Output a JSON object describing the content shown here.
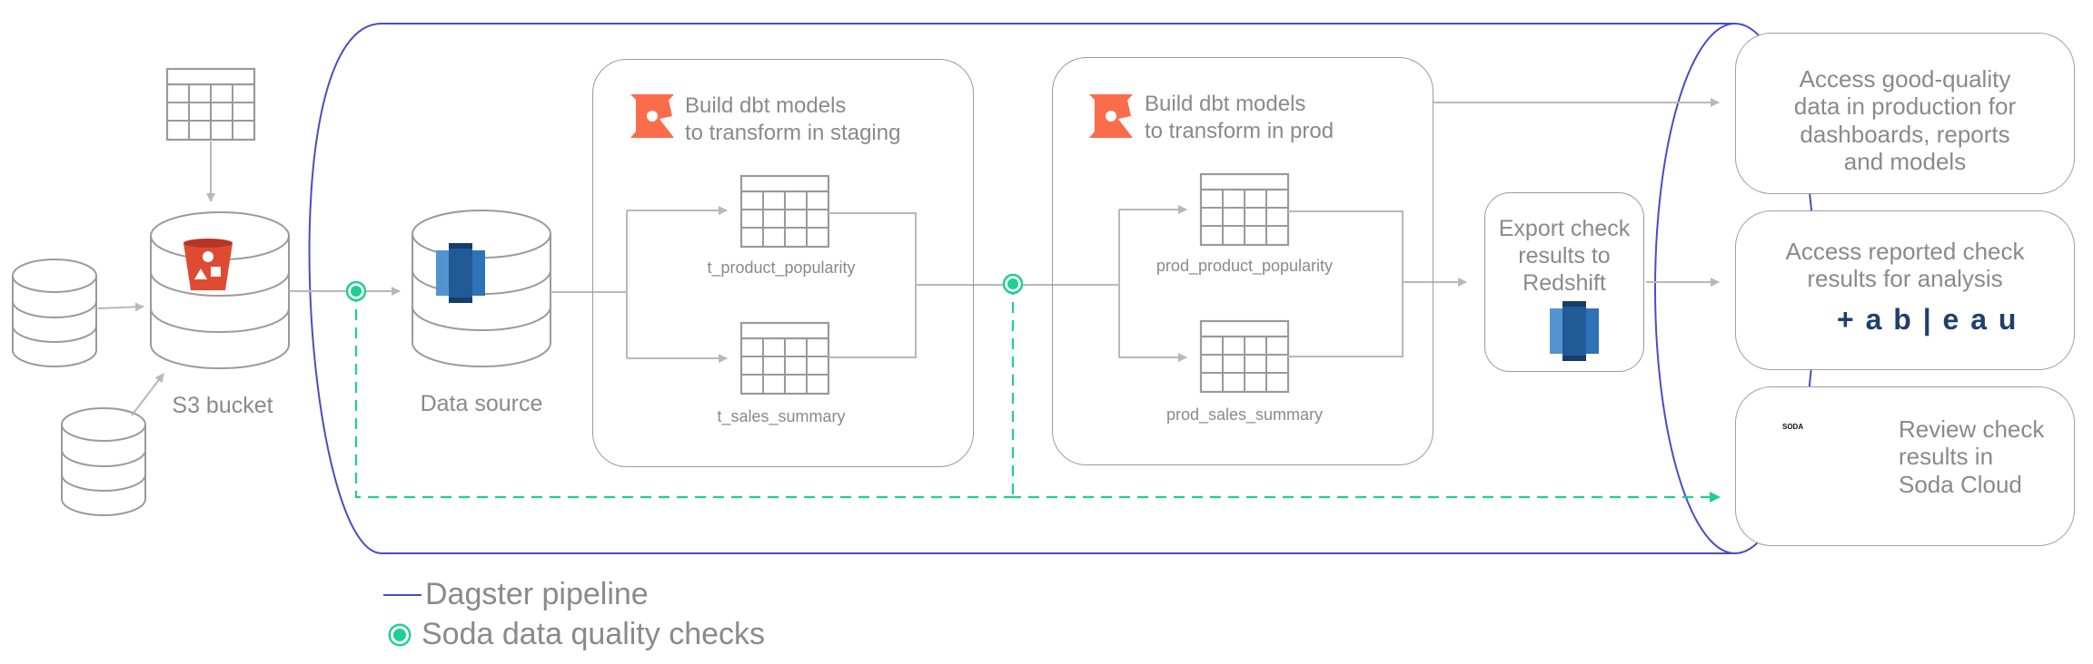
{
  "sources": {
    "s3_label": "S3 bucket",
    "datasource_label": "Data source"
  },
  "staging": {
    "title_line1": "Build dbt models",
    "title_line2": "to transform in staging",
    "table1": "t_product_popularity",
    "table2": "t_sales_summary"
  },
  "prod": {
    "title_line1": "Build dbt models",
    "title_line2": "to transform in prod",
    "table1": "prod_product_popularity",
    "table2": "prod_sales_summary"
  },
  "export": {
    "line1": "Export check",
    "line2": "results to",
    "line3": "Redshift"
  },
  "outputs": {
    "access_good": [
      "Access good-quality",
      "data in production for",
      "dashboards, reports",
      "and models"
    ],
    "access_reported": [
      "Access reported check",
      "results for analysis"
    ],
    "tableau_word": "+ a b | e a u",
    "review": [
      "Review check",
      "results in",
      "Soda Cloud"
    ],
    "soda_logo": "SODA"
  },
  "legend": {
    "pipeline": "Dagster pipeline",
    "checks": "Soda data quality checks"
  },
  "colors": {
    "pipeline": "#4c4cc4",
    "soda": "#1ecf94",
    "dbt": "#fb6c4b",
    "redshift": "#2d66b4",
    "s3": "#df4a32",
    "gray": "#a8a8a8"
  },
  "icons": [
    "database-icon",
    "table-icon",
    "s3-bucket-icon",
    "redshift-icon",
    "dbt-icon",
    "tableau-icon",
    "laptop-icon",
    "soda-check-icon"
  ]
}
